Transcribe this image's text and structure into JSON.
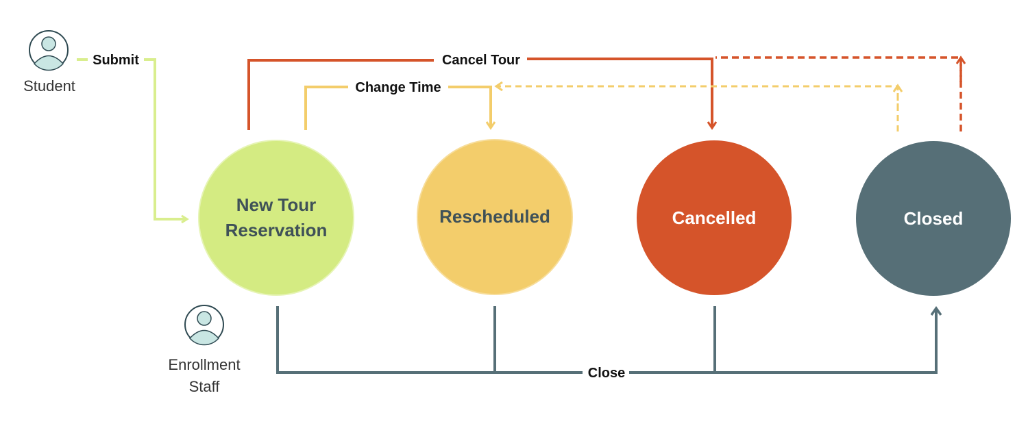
{
  "colors": {
    "new": "#d4eb82",
    "rescheduled": "#f3cd6b",
    "cancelled": "#d5542a",
    "closed": "#566f77",
    "submit_line": "#d9ee8e",
    "change_line": "#f3cd6b",
    "cancel_line": "#d5542a",
    "close_line": "#566f77",
    "dark_text": "#3f5158",
    "light_text": "#ffffff"
  },
  "actors": {
    "student": {
      "label": "Student",
      "icon": "user-icon"
    },
    "staff": {
      "label_line1": "Enrollment",
      "label_line2": "Staff",
      "icon": "user-icon"
    }
  },
  "states": {
    "new_tour": {
      "line1": "New Tour",
      "line2": "Reservation"
    },
    "rescheduled": {
      "label": "Rescheduled"
    },
    "cancelled": {
      "label": "Cancelled"
    },
    "closed": {
      "label": "Closed"
    }
  },
  "transitions": {
    "submit": "Submit",
    "cancel_tour": "Cancel Tour",
    "change_time": "Change Time",
    "close": "Close"
  }
}
